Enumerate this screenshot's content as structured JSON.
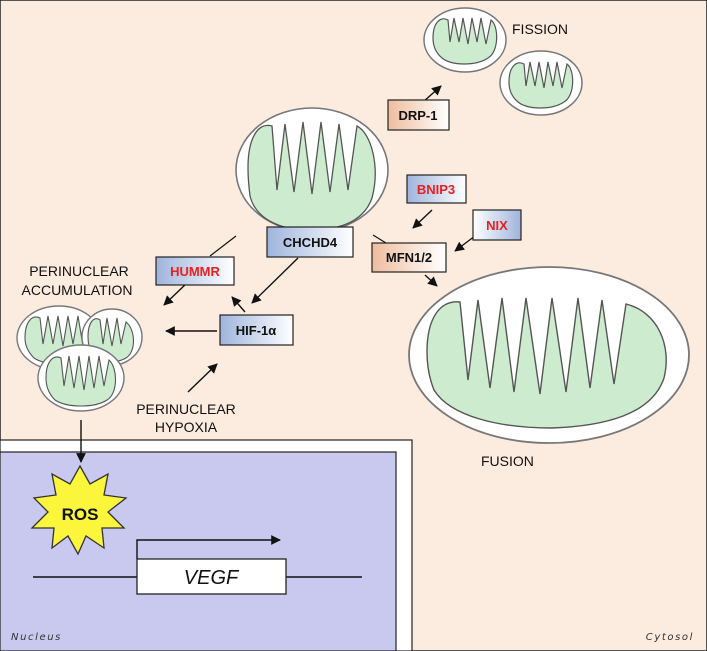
{
  "labels": {
    "fission": "FISSION",
    "fusion": "FUSION",
    "perinuclear_accumulation_1": "PERINUCLEAR",
    "perinuclear_accumulation_2": "ACCUMULATION",
    "perinuclear_hypoxia_1": "PERINUCLEAR",
    "perinuclear_hypoxia_2": "HYPOXIA",
    "ros": "ROS",
    "gene": "VEGF",
    "nucleus": "Nucleus",
    "cytosol": "Cytosol"
  },
  "boxes": {
    "drp1": "DRP-1",
    "bnip3": "BNIP3",
    "nix": "NIX",
    "mfn": "MFN1/2",
    "chchd4": "CHCHD4",
    "hummr": "HUMMR",
    "hif": "HIF-1α"
  },
  "colors": {
    "cytosol_bg": "#fcebdf",
    "nucleus_bg": "#c9c8ee",
    "mito_fill": "#cdeccf",
    "red_text": "#e8201e",
    "orange_box": "#eebd9f",
    "blue_box": "#9fb4dc",
    "ros_star": "#fbf53c"
  }
}
